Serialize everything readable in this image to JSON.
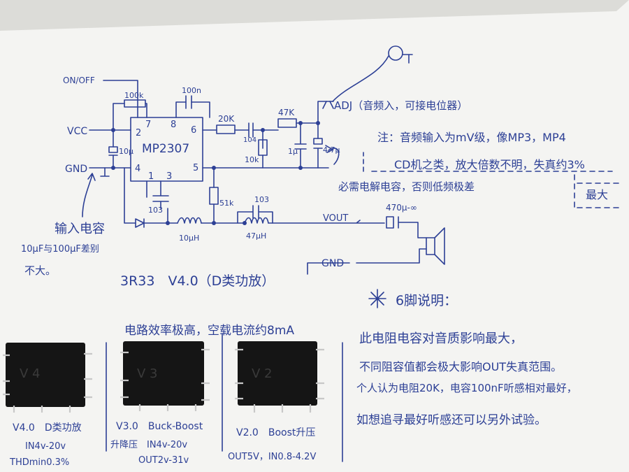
{
  "schematic": {
    "chip": "MP2307",
    "pins": [
      "7",
      "8",
      "6",
      "2",
      "4",
      "1",
      "3",
      "5"
    ],
    "labels": {
      "on_off": "ON/OFF",
      "vcc": "VCC",
      "gnd": "GND",
      "r_100k": "100k",
      "c_100n": "100n",
      "c_10u": "10μ",
      "r_20k": "20K",
      "c_104": "104",
      "r_47k": "47K",
      "r_10k": "10k",
      "c_1u": "1μ",
      "c_4_7u": "4.7μ",
      "adj": "ADJ（音频入，可接电位器）",
      "c_103_a": "103",
      "r_51k": "51k",
      "c_103_b": "103",
      "l_10uh": "10μH",
      "l_47uh": "47μH",
      "vout": "VOUT",
      "c_470u": "470μ-∞",
      "gnd_out": "GND",
      "input_cap": "输入电容",
      "input_cap_note_1": "10μF与100μF差别",
      "input_cap_note_2": "不大。",
      "title": "3R33　V4.0（D类功放）"
    },
    "notes": {
      "line1": "注：音频输入为mV级，像MP3，MP4",
      "line2": "CD机之类，放大倍数不明，失真约3%",
      "max": "最大",
      "electrolytic": "必需电解电容，否则低频极差"
    }
  },
  "explanation": {
    "heading": "6脚说明：",
    "lines": [
      "此电阻电容对音质影响最大，",
      "不同阻容值都会极大影响OUT失真范围。",
      "个人认为电阻20K，电容100nF听感相对最好，",
      "如想追寻最好听感还可以另外试验。"
    ]
  },
  "modules": {
    "efficiency_note": "电路效率极高，空载电流约8mA",
    "items": [
      {
        "line1": "V4.0　D类功放",
        "line2": "IN4v-20v",
        "line3": "THDmin0.3%"
      },
      {
        "line1": "V3.0　Buck-Boost",
        "line2": "升降压　IN4v-20v",
        "line3": "OUT2v-31v"
      },
      {
        "line1": "V2.0　Boost升压",
        "line2": "OUT5V，IN0.8-4.2V",
        "line3": ""
      }
    ]
  }
}
